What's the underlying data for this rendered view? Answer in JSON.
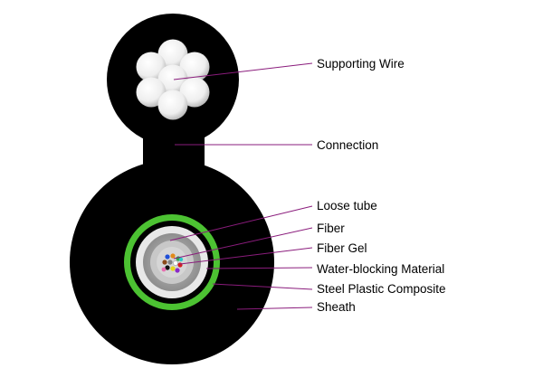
{
  "labels": {
    "supporting_wire": "Supporting Wire",
    "connection": "Connection",
    "loose_tube": "Loose tube",
    "fiber": "Fiber",
    "fiber_gel": "Fiber Gel",
    "water_blocking": "Water-blocking Material",
    "steel_plastic": "Steel Plastic Composite",
    "sheath": "Sheath"
  },
  "colors": {
    "background": "#ffffff",
    "sheath": "#000000",
    "steel_plastic": "#4cc232",
    "water_blocking": "#e8e8e8",
    "loose_tube": "#a9a9a9",
    "fiber_gel": "#d6d6d6",
    "wire_strand": "#f4f4f4",
    "leader_line": "#8a1c7c"
  }
}
